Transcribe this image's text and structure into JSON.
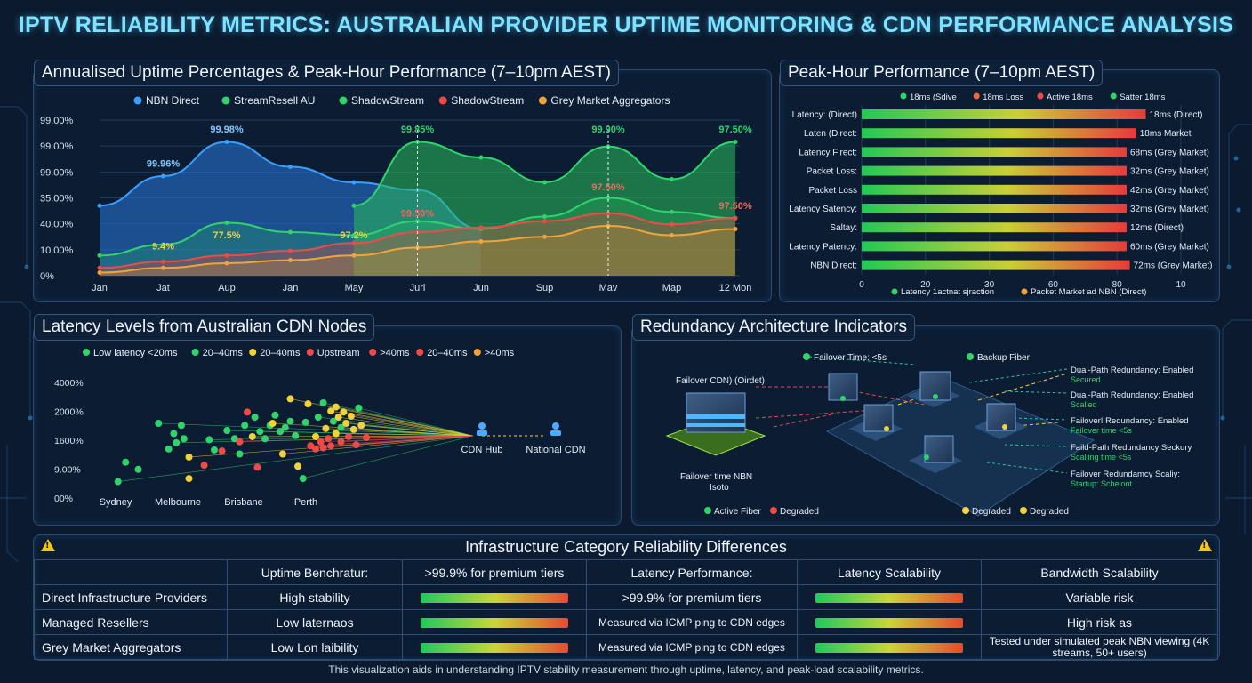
{
  "title": "IPTV RELIABILITY METRICS: AUSTRALIAN PROVIDER UPTIME MONITORING & CDN PERFORMANCE ANALYSIS",
  "colors": {
    "blue": "#3aa0ff",
    "green": "#31d36b",
    "red": "#ef4a48",
    "orange": "#f2a33a",
    "yellow": "#f1d23a",
    "background": "#0b1a2e"
  },
  "uptime_panel": {
    "title": "Annualised Uptime Percentages & Peak-Hour Performance (7–10pm AEST)"
  },
  "peak_panel": {
    "title": "Peak-Hour Performance (7–10pm AEST)"
  },
  "latency_panel": {
    "title": "Latency Levels from Australian CDN Nodes"
  },
  "redundancy_panel": {
    "title": "Redundancy Architecture Indicators",
    "labels": {
      "failover_time": "Failover Time: <5s",
      "backup_fiber": "Backup Fiber",
      "failover_cdn": "Failover CDN) (Oirdet)",
      "failover_nbn": "Failover time NBN",
      "failover_nbn2": "Isoto",
      "active_fiber": "Active Fiber",
      "degraded1": "Degraded",
      "degraded2": "Degraded",
      "degraded3": "Degraded"
    },
    "right_labels": [
      {
        "line1": "Dual-Path Redundancy: Enabled",
        "line2": "Secured"
      },
      {
        "line1": "Dual-Path Redundancy: Enabled",
        "line2": "Scalled"
      },
      {
        "line1": "Failover! Redundancy: Enabled",
        "line2": "Failover time <5s"
      },
      {
        "line1": "Faild-Path Redundancy Seckury",
        "line2": "Scalling time <5s"
      },
      {
        "line1": "Failover Redundamcy Scaliy:",
        "line2": "Startup: Scheiont"
      }
    ]
  },
  "infra": {
    "title": "Infrastructure Category Reliability Differences",
    "header": [
      "",
      "Uptime Benchratur:",
      ">99.9% for premium tiers",
      "Latency Performance:",
      "Latency Scalability",
      "Bandwidth Scalability"
    ],
    "rows": [
      {
        "name": "Direct Infrastructure Providers",
        "uptime": "High stability",
        "latency": ">99.9% for premium tiers",
        "bandwidth": "Variable risk"
      },
      {
        "name": "Managed Resellers",
        "uptime": "Low laternaos",
        "latency": "Measured via ICMP ping to CDN edges",
        "bandwidth": "High risk as"
      },
      {
        "name": "Grey Market Aggregators",
        "uptime": "Low Lon laibility",
        "latency": "Measured via ICMP ping to CDN edges",
        "bandwidth": "Tested under simulated peak NBN viewing (4K streams, 50+ users)"
      }
    ]
  },
  "footer": "This visualization aids in understanding IPTV stability measurement through uptime, latency, and peak-load scalability metrics.",
  "chart_data": [
    {
      "type": "area",
      "title": "Annualised Uptime Percentages & Peak-Hour Performance (7–10pm AEST)",
      "categories": [
        "Jan",
        "Jat",
        "Aup",
        "Jan",
        "May",
        "Juri",
        "Jun",
        "Sup",
        "Mav",
        "Map",
        "12 Mon"
      ],
      "y_tick_labels": [
        "99.00%",
        "99.00%",
        "99.00%",
        "35.00%",
        "40.00%",
        "10.00%",
        "0%"
      ],
      "legend": [
        "NBN Direct",
        "StreamResell AU",
        "ShadowStream",
        "ShadowStream",
        "Grey Market Aggregators"
      ],
      "legend_colors": [
        "#3aa0ff",
        "#31d36b",
        "#31d36b",
        "#ef4a48",
        "#f2a33a"
      ],
      "ylim": [
        0,
        100
      ],
      "series": [
        {
          "name": "NBN Direct",
          "values": [
            45,
            64,
            86,
            70,
            60,
            55,
            30,
            null,
            null,
            null,
            null
          ]
        },
        {
          "name": "StreamResell AU",
          "values": [
            null,
            null,
            null,
            null,
            45,
            86,
            76,
            60,
            83,
            62,
            86
          ]
        },
        {
          "name": "ShadowStream",
          "values": [
            13,
            20,
            34,
            28,
            26,
            35,
            30,
            38,
            50,
            41,
            37
          ]
        },
        {
          "name": "ShadowStream",
          "values": [
            5,
            9,
            13,
            16,
            21,
            28,
            31,
            35,
            40,
            33,
            37
          ]
        },
        {
          "name": "Grey Market Aggregators",
          "values": [
            2,
            5,
            8,
            10,
            13,
            18,
            22,
            25,
            32,
            26,
            30
          ]
        }
      ],
      "annotations": [
        {
          "text": "99.98%",
          "color": "#7fc7ff",
          "index": 2,
          "value": 92
        },
        {
          "text": "99.96%",
          "color": "#7fc7ff",
          "index": 1,
          "value": 70
        },
        {
          "text": "99.85%",
          "color": "#31d36b",
          "index": 5,
          "value": 92
        },
        {
          "text": "99.90%",
          "color": "#31d36b",
          "index": 8,
          "value": 92
        },
        {
          "text": "97.50%",
          "color": "#31d36b",
          "index": 10,
          "value": 92
        },
        {
          "text": "97.50%",
          "color": "#ef6a5a",
          "index": 8,
          "value": 55
        },
        {
          "text": "97.50%",
          "color": "#ef6a5a",
          "index": 10,
          "value": 43
        },
        {
          "text": "99.50%",
          "color": "#ef6a5a",
          "index": 5,
          "value": 38
        },
        {
          "text": "9.4%",
          "color": "#f1d23a",
          "index": 1,
          "value": 17
        },
        {
          "text": "77.5%",
          "color": "#f1d23a",
          "index": 2,
          "value": 24
        },
        {
          "text": "97.2%",
          "color": "#f1d23a",
          "index": 4,
          "value": 24
        }
      ]
    },
    {
      "type": "bar",
      "title": "Peak-Hour Performance (7–10pm AEST)",
      "orientation": "horizontal",
      "categories": [
        "Latency: (Direct)",
        "Laten (Direct:",
        "Latency Firect:",
        "Packet Loss:",
        "Packet Loss",
        "Latency Satency:",
        "Saltay:",
        "Latency Patency:",
        "NBN Direct:"
      ],
      "values": [
        8.9,
        8.6,
        8.3,
        8.3,
        8.3,
        8.3,
        8.3,
        8.3,
        8.4
      ],
      "bar_labels": [
        "18ms (Direct)",
        "18ms Market",
        "68ms (Grey Market)",
        "32ms (Grey Market)",
        "42ms (Grey Market)",
        "32ms (Grey Market)",
        "12ms (Direct)",
        "60ms (Grey Market)",
        "72ms (Grey Market)"
      ],
      "x_ticks": [
        0,
        20,
        30,
        60,
        80,
        10
      ],
      "xlim": [
        0,
        10
      ],
      "legend_top": [
        "18ms (Sdive",
        "18ms Loss",
        "Active 18ms",
        "Satter 18ms"
      ],
      "legend_top_colors": [
        "#31d36b",
        "#ef6a3a",
        "#ef4a48",
        "#31d36b"
      ],
      "legend_bottom": [
        "Latency 1actnat sjraction",
        "Packet Market ad NBN (Direct)"
      ],
      "legend_bottom_colors": [
        "#31d36b",
        "#f2a33a"
      ]
    },
    {
      "type": "scatter",
      "title": "Latency Levels from Australian CDN Nodes",
      "legend": [
        "Low latency <20ms",
        "20–40ms",
        "20–40ms",
        "Upstream",
        ">40ms",
        "20–40ms",
        ">40ms"
      ],
      "legend_colors": [
        "#31d36b",
        "#31d36b",
        "#f1d23a",
        "#ef4a48",
        "#ef4a48",
        "#ef4a48",
        "#f2a33a"
      ],
      "y_tick_labels": [
        "4000%",
        "2000%",
        "1600%",
        "9.00%",
        "00%"
      ],
      "x_tick_labels": [
        "Sydney",
        "Melbourne",
        "Brisbane",
        "Perth"
      ],
      "hubs": [
        "CDN Hub",
        "National CDN"
      ],
      "points": [
        {
          "x": 0.02,
          "y": 0.03,
          "c": "g"
        },
        {
          "x": 0.05,
          "y": 0.22,
          "c": "g"
        },
        {
          "x": 0.1,
          "y": 0.15,
          "c": "g"
        },
        {
          "x": 0.18,
          "y": 0.6,
          "c": "g"
        },
        {
          "x": 0.22,
          "y": 0.35,
          "c": "g"
        },
        {
          "x": 0.24,
          "y": 0.5,
          "c": "g"
        },
        {
          "x": 0.25,
          "y": 0.41,
          "c": "g"
        },
        {
          "x": 0.27,
          "y": 0.58,
          "c": "g"
        },
        {
          "x": 0.28,
          "y": 0.45,
          "c": "g"
        },
        {
          "x": 0.3,
          "y": 0.27,
          "c": "y"
        },
        {
          "x": 0.3,
          "y": 0.06,
          "c": "y"
        },
        {
          "x": 0.36,
          "y": 0.19,
          "c": "r"
        },
        {
          "x": 0.38,
          "y": 0.44,
          "c": "g"
        },
        {
          "x": 0.4,
          "y": 0.34,
          "c": "g"
        },
        {
          "x": 0.43,
          "y": 0.33,
          "c": "r"
        },
        {
          "x": 0.45,
          "y": 0.53,
          "c": "g"
        },
        {
          "x": 0.48,
          "y": 0.45,
          "c": "g"
        },
        {
          "x": 0.5,
          "y": 0.3,
          "c": "g"
        },
        {
          "x": 0.5,
          "y": 0.42,
          "c": "r"
        },
        {
          "x": 0.52,
          "y": 0.58,
          "c": "g"
        },
        {
          "x": 0.53,
          "y": 0.71,
          "c": "r"
        },
        {
          "x": 0.55,
          "y": 0.47,
          "c": "y"
        },
        {
          "x": 0.56,
          "y": 0.66,
          "c": "g"
        },
        {
          "x": 0.57,
          "y": 0.17,
          "c": "r"
        },
        {
          "x": 0.58,
          "y": 0.52,
          "c": "g"
        },
        {
          "x": 0.6,
          "y": 0.45,
          "c": "g"
        },
        {
          "x": 0.62,
          "y": 0.58,
          "c": "g"
        },
        {
          "x": 0.63,
          "y": 0.6,
          "c": "y"
        },
        {
          "x": 0.64,
          "y": 0.68,
          "c": "g"
        },
        {
          "x": 0.66,
          "y": 0.52,
          "c": "g"
        },
        {
          "x": 0.67,
          "y": 0.3,
          "c": "y"
        },
        {
          "x": 0.68,
          "y": 0.56,
          "c": "g"
        },
        {
          "x": 0.7,
          "y": 0.62,
          "c": "g"
        },
        {
          "x": 0.7,
          "y": 0.84,
          "c": "y"
        },
        {
          "x": 0.72,
          "y": 0.48,
          "c": "g"
        },
        {
          "x": 0.73,
          "y": 0.18,
          "c": "y"
        },
        {
          "x": 0.75,
          "y": 0.06,
          "c": "g"
        },
        {
          "x": 0.76,
          "y": 0.61,
          "c": "g"
        },
        {
          "x": 0.77,
          "y": 0.79,
          "c": "y"
        },
        {
          "x": 0.78,
          "y": 0.38,
          "c": "r"
        },
        {
          "x": 0.8,
          "y": 0.35,
          "c": "r"
        },
        {
          "x": 0.8,
          "y": 0.47,
          "c": "y"
        },
        {
          "x": 0.81,
          "y": 0.66,
          "c": "g"
        },
        {
          "x": 0.82,
          "y": 0.42,
          "c": "r"
        },
        {
          "x": 0.83,
          "y": 0.36,
          "c": "r"
        },
        {
          "x": 0.83,
          "y": 0.8,
          "c": "g"
        },
        {
          "x": 0.84,
          "y": 0.55,
          "c": "y"
        },
        {
          "x": 0.85,
          "y": 0.45,
          "c": "r"
        },
        {
          "x": 0.86,
          "y": 0.72,
          "c": "y"
        },
        {
          "x": 0.86,
          "y": 0.38,
          "c": "r"
        },
        {
          "x": 0.87,
          "y": 0.62,
          "c": "g"
        },
        {
          "x": 0.88,
          "y": 0.5,
          "c": "y"
        },
        {
          "x": 0.88,
          "y": 0.76,
          "c": "y"
        },
        {
          "x": 0.89,
          "y": 0.66,
          "c": "y"
        },
        {
          "x": 0.9,
          "y": 0.42,
          "c": "r"
        },
        {
          "x": 0.9,
          "y": 0.56,
          "c": "g"
        },
        {
          "x": 0.91,
          "y": 0.71,
          "c": "y"
        },
        {
          "x": 0.92,
          "y": 0.6,
          "c": "y"
        },
        {
          "x": 0.93,
          "y": 0.47,
          "c": "r"
        },
        {
          "x": 0.94,
          "y": 0.67,
          "c": "y"
        },
        {
          "x": 0.95,
          "y": 0.54,
          "c": "y"
        },
        {
          "x": 0.96,
          "y": 0.39,
          "c": "r"
        },
        {
          "x": 0.97,
          "y": 0.75,
          "c": "g"
        },
        {
          "x": 0.98,
          "y": 0.58,
          "c": "y"
        },
        {
          "x": 1.0,
          "y": 0.46,
          "c": "r"
        }
      ]
    }
  ]
}
